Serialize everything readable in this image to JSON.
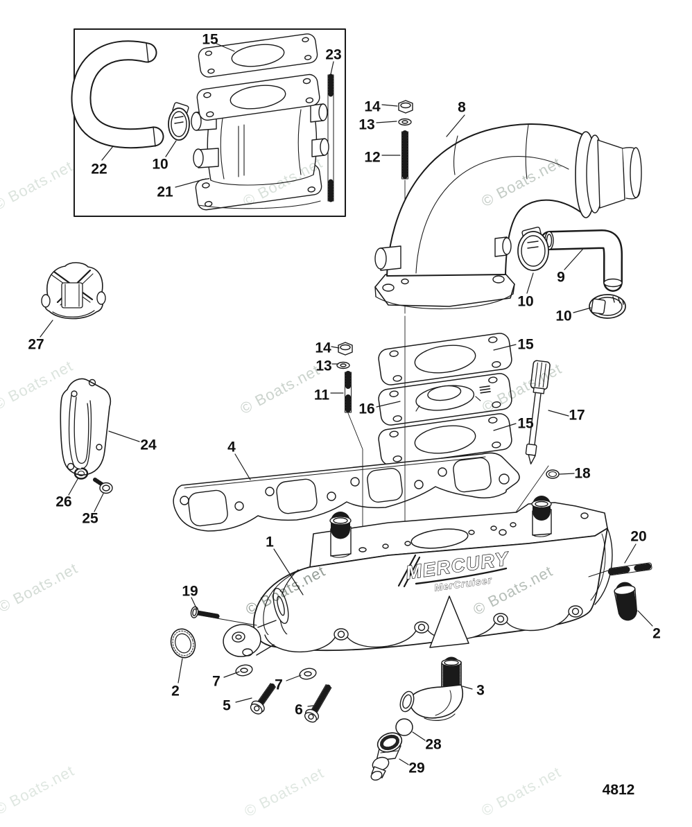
{
  "diagram": {
    "watermark": "© Boats.net",
    "page_number": "4812",
    "brand": {
      "primary": "MERCURY",
      "secondary": "MerCruiser"
    },
    "callouts": [
      {
        "label": "15"
      },
      {
        "label": "23"
      },
      {
        "label": "22"
      },
      {
        "label": "10"
      },
      {
        "label": "21"
      },
      {
        "label": "14"
      },
      {
        "label": "13"
      },
      {
        "label": "12"
      },
      {
        "label": "8"
      },
      {
        "label": "9"
      },
      {
        "label": "10"
      },
      {
        "label": "10"
      },
      {
        "label": "14"
      },
      {
        "label": "13"
      },
      {
        "label": "11"
      },
      {
        "label": "15"
      },
      {
        "label": "16"
      },
      {
        "label": "15"
      },
      {
        "label": "17"
      },
      {
        "label": "18"
      },
      {
        "label": "27"
      },
      {
        "label": "24"
      },
      {
        "label": "26"
      },
      {
        "label": "25"
      },
      {
        "label": "4"
      },
      {
        "label": "1"
      },
      {
        "label": "20"
      },
      {
        "label": "2"
      },
      {
        "label": "19"
      },
      {
        "label": "2"
      },
      {
        "label": "7"
      },
      {
        "label": "5"
      },
      {
        "label": "7"
      },
      {
        "label": "6"
      },
      {
        "label": "3"
      },
      {
        "label": "28"
      },
      {
        "label": "29"
      }
    ]
  }
}
